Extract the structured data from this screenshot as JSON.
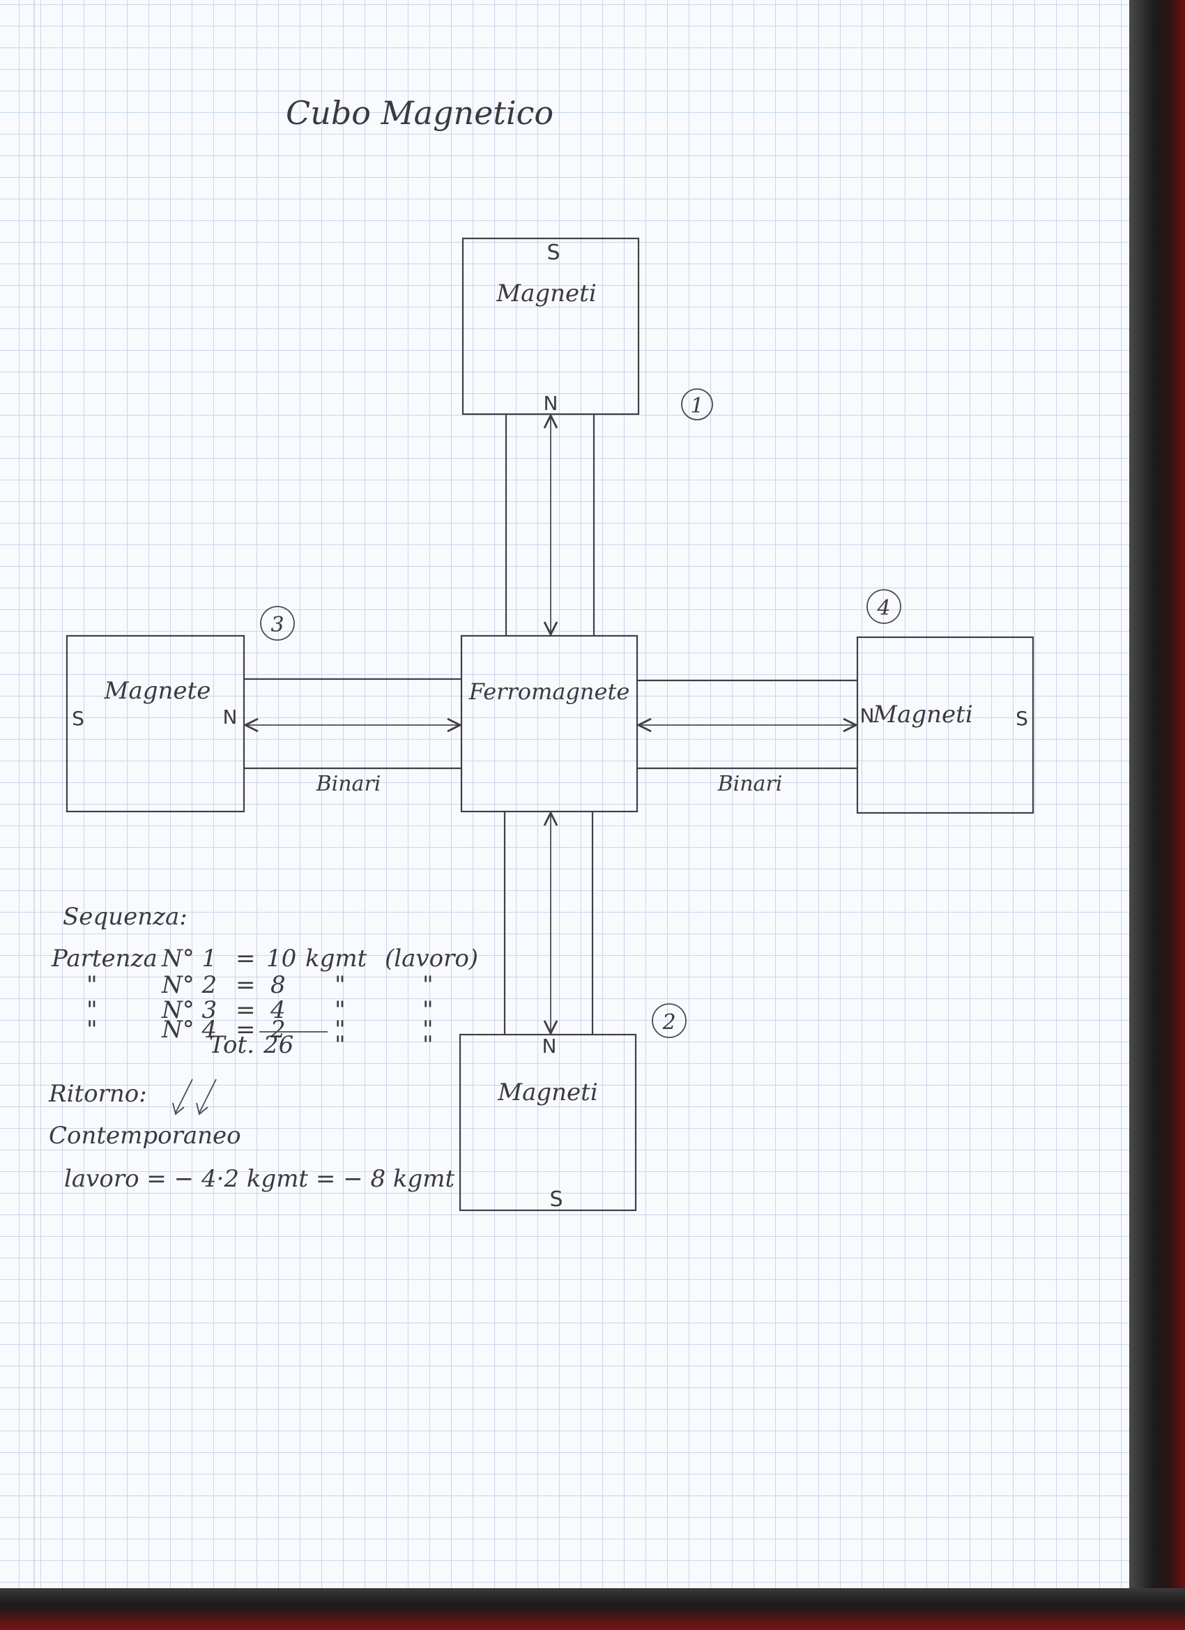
{
  "title": "Cubo Magnetico",
  "center_block": {
    "label": "Ferromagnete"
  },
  "magnets": {
    "top": {
      "label": "Magneti",
      "pole_outer": "S",
      "pole_inner": "N",
      "number": "1"
    },
    "bottom": {
      "label": "Magneti",
      "pole_outer": "S",
      "pole_inner": "N",
      "number": "2"
    },
    "left": {
      "label": "Magnete",
      "pole_outer": "S",
      "pole_inner": "N",
      "number": "3"
    },
    "right": {
      "label": "Magneti",
      "pole_outer": "S",
      "pole_inner": "N",
      "number": "4"
    }
  },
  "rails": {
    "left_label": "Binari",
    "right_label": "Binari"
  },
  "sequence": {
    "heading": "Sequenza:",
    "rows": [
      {
        "prefix": "Partenza",
        "magnet": "N° 1",
        "eq": "=",
        "value": "10",
        "unit": "kgmt",
        "note": "(lavoro)"
      },
      {
        "prefix": "\"",
        "magnet": "N° 2",
        "eq": "=",
        "value": "8",
        "unit": "\"",
        "note": "\""
      },
      {
        "prefix": "\"",
        "magnet": "N° 3",
        "eq": "=",
        "value": "4",
        "unit": "\"",
        "note": "\""
      },
      {
        "prefix": "\"",
        "magnet": "N° 4",
        "eq": "=",
        "value": "2",
        "unit": "\"",
        "note": "\""
      }
    ],
    "total_label": "Tot.",
    "total_value": "26",
    "total_unit": "\"",
    "total_note": "\""
  },
  "return": {
    "heading": "Ritorno:",
    "mode": "Contemporaneo",
    "formula": "lavoro = − 4·2 kgmt = − 8 kgmt"
  },
  "colors": {
    "ink": "#3f3f46",
    "grid": "#c8d6ea",
    "paper": "#f8fafd",
    "cover": "#1b1b1b",
    "cover_edge": "#7a1414"
  }
}
